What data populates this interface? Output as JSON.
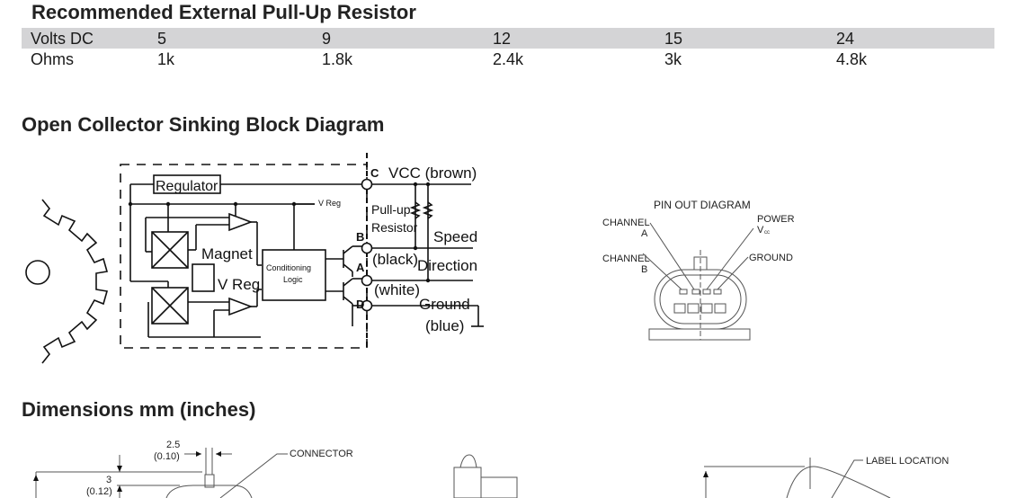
{
  "resistor_section": {
    "title": "Recommended External Pull-Up Resistor",
    "rows": [
      {
        "label": "Volts DC",
        "values": [
          "5",
          "9",
          "12",
          "15",
          "24"
        ]
      },
      {
        "label": "Ohms",
        "values": [
          "1k",
          "1.8k",
          "2.4k",
          "3k",
          "4.8k"
        ]
      }
    ]
  },
  "block_diagram": {
    "title": "Open Collector Sinking Block Diagram",
    "labels": {
      "regulator": "Regulator",
      "vreg_small": "V Reg",
      "magnet": "Magnet",
      "vreg": "V Reg",
      "conditioning_1": "Conditioning",
      "conditioning_2": "Logic",
      "pin_c": "C",
      "pin_b": "B",
      "pin_a": "A",
      "pin_d": "D",
      "vcc": "VCC (brown)",
      "pullup_1": "Pull-up",
      "pullup_2": "Resistor",
      "speed": "Speed",
      "black": "(black)",
      "direction": "Direction",
      "white": "(white)",
      "ground": "Ground",
      "blue": "(blue)"
    }
  },
  "pinout": {
    "title": "PIN OUT DIAGRAM",
    "channel_a_1": "CHANNEL",
    "channel_a_2": "A",
    "channel_b_1": "CHANNEL",
    "channel_b_2": "B",
    "power_1": "POWER",
    "power_2": "V",
    "power_sub": "cc",
    "ground": "GROUND"
  },
  "dimensions": {
    "title": "Dimensions mm (inches)",
    "dim1_mm": "2.5",
    "dim1_in": "(0.10)",
    "dim2_mm": "3",
    "dim2_in": "(0.12)",
    "connector": "CONNECTOR",
    "label_location": "LABEL LOCATION"
  }
}
